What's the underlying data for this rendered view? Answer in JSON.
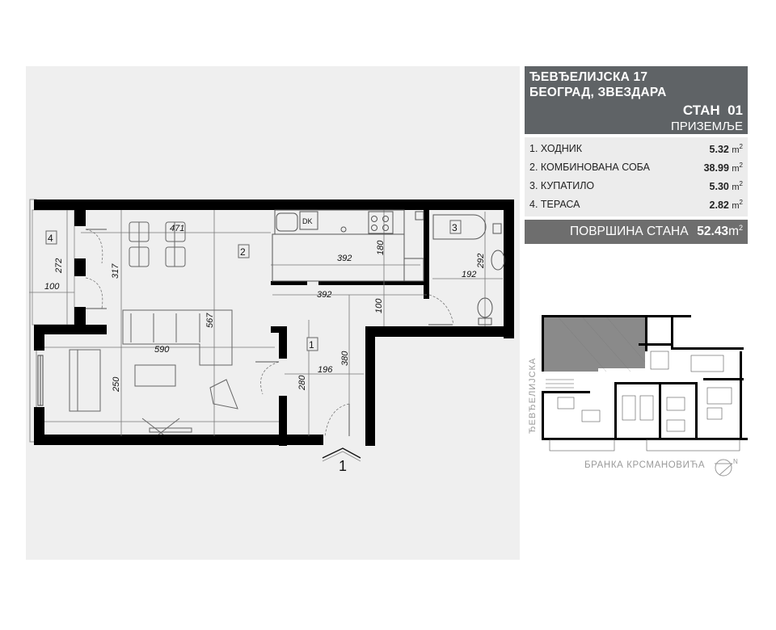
{
  "header": {
    "address_line1": "ЂЕВЂЕЛИЈСКА 17",
    "address_line2": "БЕОГРАД, ЗВЕЗДАРА",
    "unit_label": "СТАН  01",
    "floor_label": "ПРИЗЕМЉЕ",
    "background_color": "#5f6366"
  },
  "rooms": [
    {
      "name": "1. ХОДНИК",
      "area": "5.32",
      "unit": "m",
      "sup": "2"
    },
    {
      "name": "2. КОМБИНОВАНА СОБА",
      "area": "38.99",
      "unit": "m",
      "sup": "2"
    },
    {
      "name": "3. КУПАТИЛО",
      "area": "5.30",
      "unit": "m",
      "sup": "2"
    },
    {
      "name": "4. ТЕРАСА",
      "area": "2.82",
      "unit": "m",
      "sup": "2"
    }
  ],
  "total": {
    "label": "ПОВРШИНА СТАНА",
    "value": "52.43",
    "unit": "m",
    "sup": "2",
    "background_color": "#6e6e6e"
  },
  "floor_plan": {
    "room_tags": [
      "1",
      "2",
      "3",
      "4"
    ],
    "appliance_label": "DK",
    "entrance_marker": "1",
    "dimensions": {
      "terrace_length": "272",
      "terrace_width": "100",
      "living_depth_upper": "317",
      "dining_width": "471",
      "kitchen_width": "392",
      "kitchen_depth": "180",
      "corridor_width": "392",
      "corridor_depth": "100",
      "bath_width": "192",
      "bath_depth": "292",
      "living_width": "590",
      "sofa_span": "567",
      "living_depth_lower": "250",
      "hall_width": "196",
      "hall_depth": "280",
      "hall_total_depth": "380"
    }
  },
  "key_plan": {
    "street_left": "ЂЕВЂЕЛИЈСКА",
    "street_bottom": "БРАНКА КРСМАНОВИЋА",
    "compass_label": "N",
    "highlight_color": "#8a8a8a"
  }
}
